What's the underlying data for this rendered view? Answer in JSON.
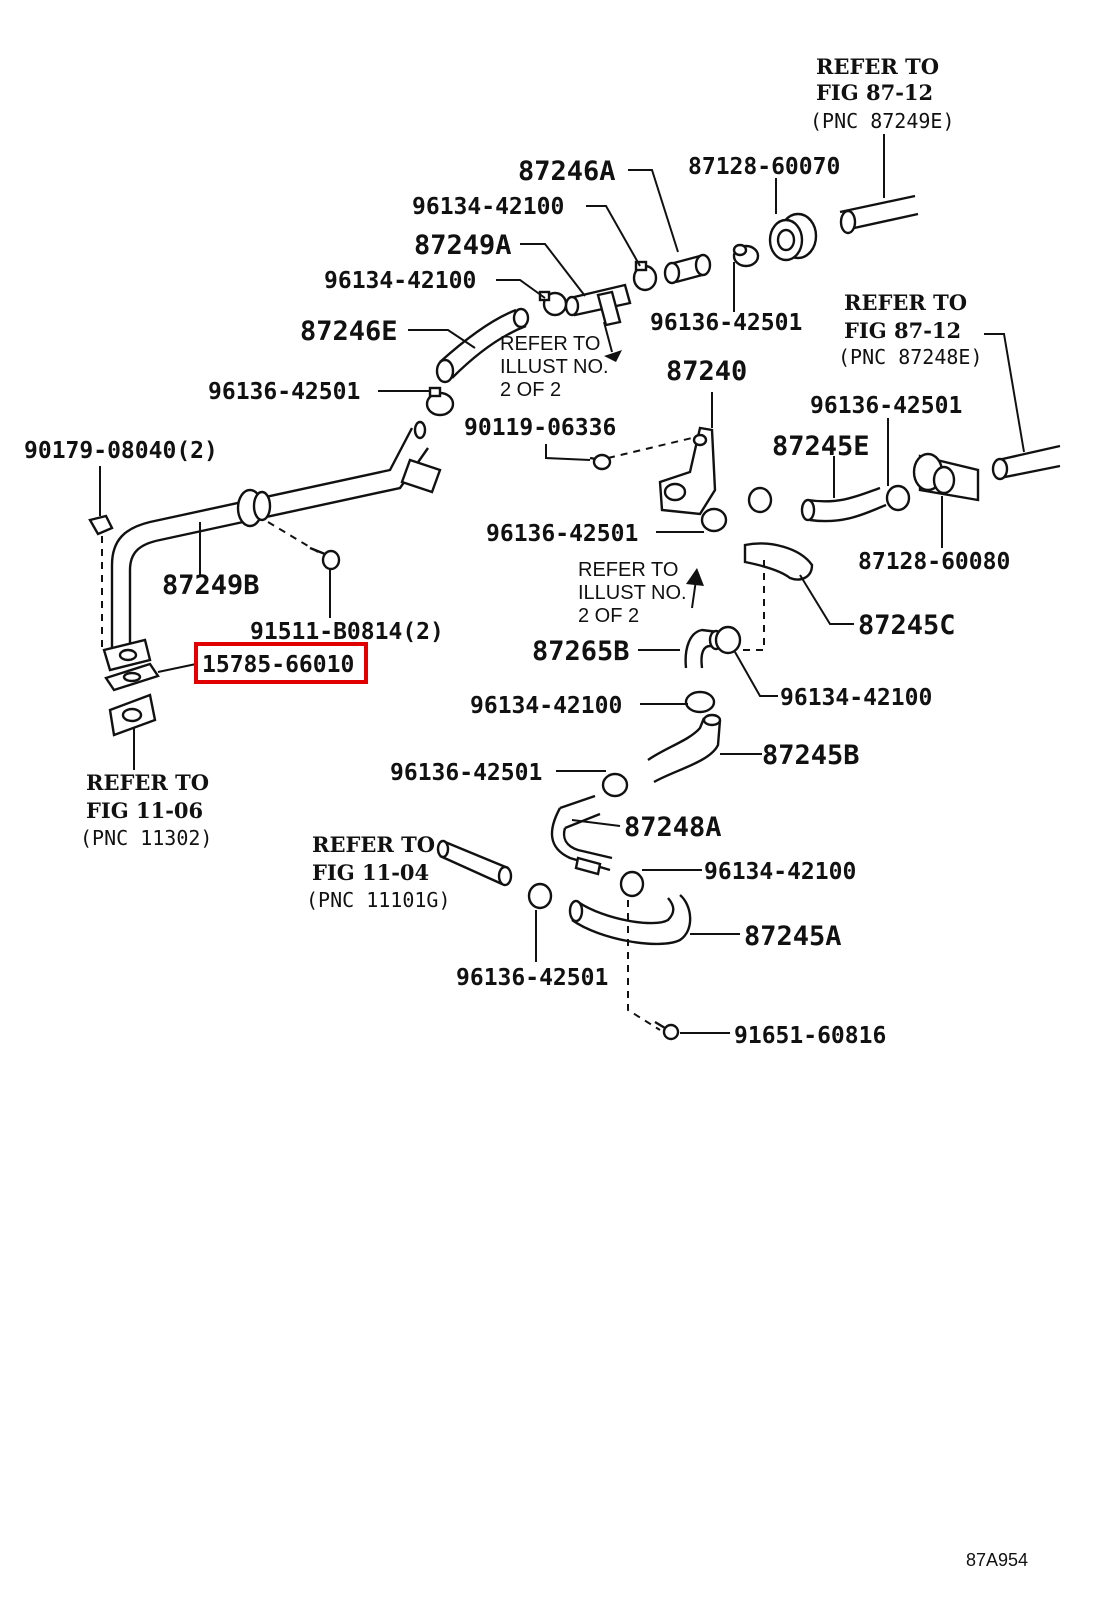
{
  "diagram": {
    "parts": [
      {
        "id": "p87246A",
        "text": "87246A"
      },
      {
        "id": "p87128_60070",
        "text": "87128-60070"
      },
      {
        "id": "p96134_a",
        "text": "96134-42100"
      },
      {
        "id": "p87249A",
        "text": "87249A"
      },
      {
        "id": "p96134_b",
        "text": "96134-42100"
      },
      {
        "id": "p87246E",
        "text": "87246E"
      },
      {
        "id": "p96136_a",
        "text": "96136-42501"
      },
      {
        "id": "p96136_b",
        "text": "96136-42501"
      },
      {
        "id": "p90179",
        "text": "90179-08040(2)"
      },
      {
        "id": "p90119",
        "text": "90119-06336"
      },
      {
        "id": "p87240",
        "text": "87240"
      },
      {
        "id": "p96136_c",
        "text": "96136-42501"
      },
      {
        "id": "p87245E",
        "text": "87245E"
      },
      {
        "id": "p87249B",
        "text": "87249B"
      },
      {
        "id": "p96136_d",
        "text": "96136-42501"
      },
      {
        "id": "p87128_60080",
        "text": "87128-60080"
      },
      {
        "id": "p91511",
        "text": "91511-B0814(2)"
      },
      {
        "id": "p87245C",
        "text": "87245C"
      },
      {
        "id": "p15785",
        "text": "15785-66010",
        "highlighted": true
      },
      {
        "id": "p87265B",
        "text": "87265B"
      },
      {
        "id": "p96134_c",
        "text": "96134-42100"
      },
      {
        "id": "p96134_d",
        "text": "96134-42100"
      },
      {
        "id": "p87245B",
        "text": "87245B"
      },
      {
        "id": "p96136_e",
        "text": "96136-42501"
      },
      {
        "id": "p87248A",
        "text": "87248A"
      },
      {
        "id": "p96134_e",
        "text": "96134-42100"
      },
      {
        "id": "p87245A",
        "text": "87245A"
      },
      {
        "id": "p96136_f",
        "text": "96136-42501"
      },
      {
        "id": "p91651",
        "text": "91651-60816"
      }
    ],
    "refs": [
      {
        "id": "ref1",
        "line1": "REFER TO",
        "line2": "FIG 87-12",
        "line3": "(PNC 87249E)"
      },
      {
        "id": "ref2",
        "line1": "REFER TO",
        "line2": "FIG 87-12",
        "line3": "(PNC 87248E)"
      },
      {
        "id": "ref3",
        "line1": "REFER TO",
        "line2": "FIG 11-06",
        "line3": "(PNC 11302)"
      },
      {
        "id": "ref4",
        "line1": "REFER TO",
        "line2": "FIG 11-04",
        "line3": "(PNC 11101G)"
      }
    ],
    "illust_refs": [
      {
        "id": "ill1",
        "line1": "REFER TO",
        "line2": "ILLUST NO.",
        "line3": "2 OF 2"
      },
      {
        "id": "ill2",
        "line1": "REFER TO",
        "line2": "ILLUST NO.",
        "line3": "2 OF 2"
      }
    ],
    "figure_code": "87A954",
    "highlight_color": "#e00000"
  }
}
